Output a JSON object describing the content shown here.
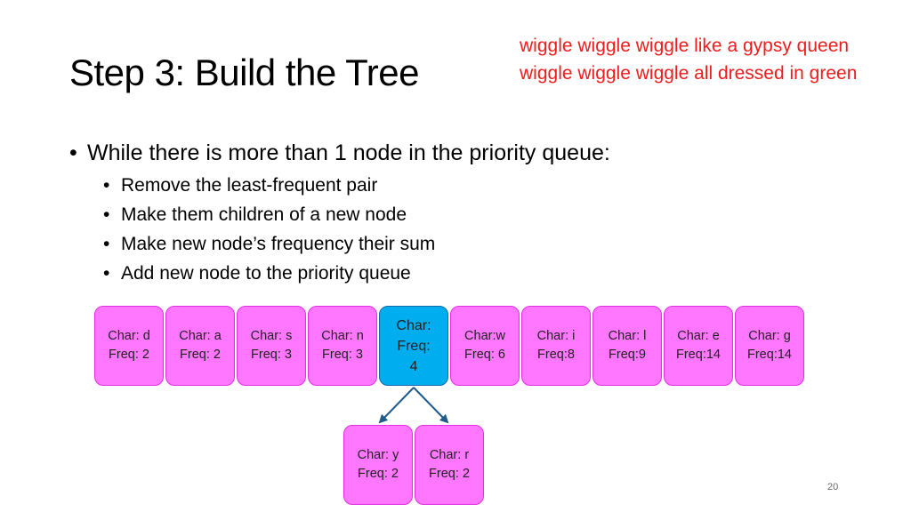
{
  "slide": {
    "title": "Step 3: Build the Tree",
    "note": [
      "wiggle wiggle wiggle like a gypsy queen",
      "wiggle wiggle wiggle all dressed in green"
    ],
    "bullet": "While there is more than 1 node in the priority queue:",
    "sub_bullets": [
      "Remove the least-frequent pair",
      "Make them children of a new node",
      "Make new node’s frequency their sum",
      "Add new node to the priority queue"
    ],
    "bullet_glyph": "•",
    "page_number": "20"
  },
  "queue": [
    {
      "l1": "Char: d",
      "l2": "Freq: 2"
    },
    {
      "l1": "Char: a",
      "l2": "Freq: 2"
    },
    {
      "l1": "Char: s",
      "l2": "Freq: 3"
    },
    {
      "l1": "Char: n",
      "l2": "Freq: 3"
    },
    {
      "l1": "Char:",
      "l2": "Freq:",
      "l3": "4",
      "highlight": true
    },
    {
      "l1": "Char:w",
      "l2": "Freq: 6"
    },
    {
      "l1": "Char: i",
      "l2": "Freq:8"
    },
    {
      "l1": "Char: l",
      "l2": "Freq:9"
    },
    {
      "l1": "Char: e",
      "l2": "Freq:14"
    },
    {
      "l1": "Char: g",
      "l2": "Freq:14"
    }
  ],
  "children": [
    {
      "l1": "Char: y",
      "l2": "Freq: 2"
    },
    {
      "l1": "Char: r",
      "l2": "Freq: 2"
    }
  ],
  "colors": {
    "node_fill": "#ff77ff",
    "node_border": "#e62ee6",
    "highlight_fill": "#00aeef",
    "highlight_border": "#1268a8",
    "edge": "#1f5c8c",
    "note": "#ee1c1c"
  }
}
